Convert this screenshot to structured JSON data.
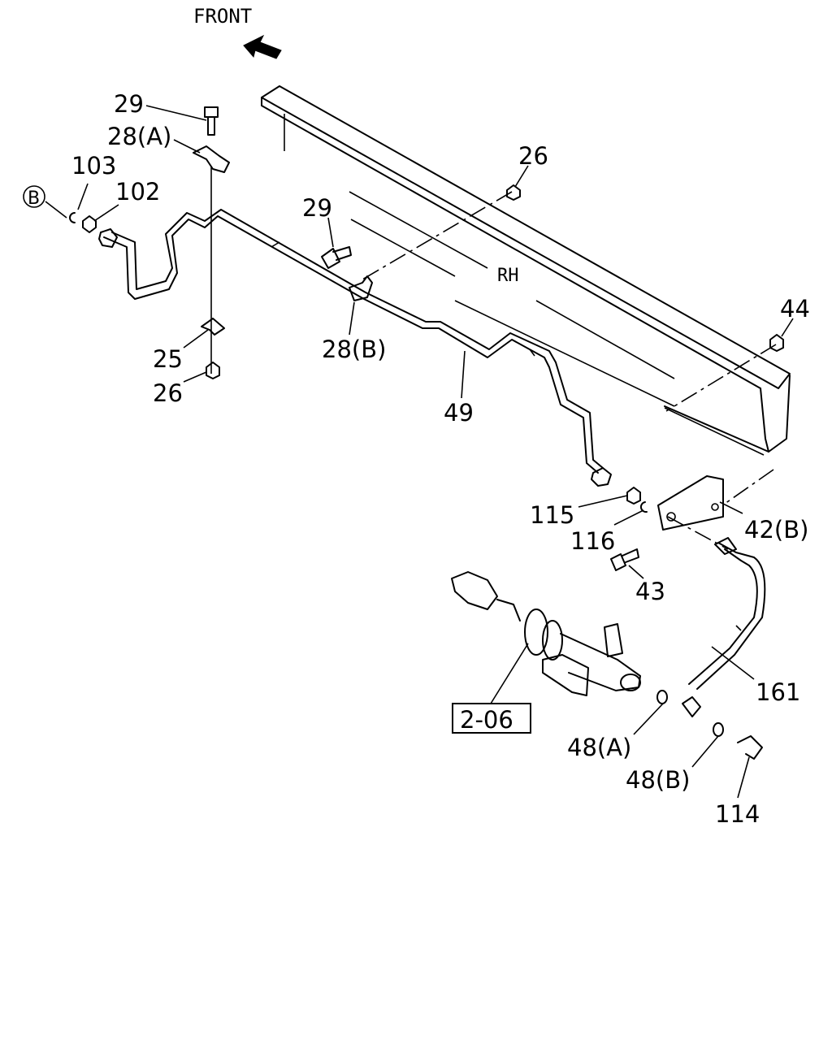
{
  "header": {
    "front_label": "FRONT"
  },
  "frame": {
    "side_label": "RH"
  },
  "callouts": {
    "p29_top": "29",
    "p28a": "28(A)",
    "p103": "103",
    "p102": "102",
    "ref_b": "B",
    "p25": "25",
    "p26_bottom": "26",
    "p29_mid": "29",
    "p28b": "28(B)",
    "p26_top": "26",
    "p49": "49",
    "p44": "44",
    "p115": "115",
    "p116": "116",
    "p42b": "42(B)",
    "p43": "43",
    "p161": "161",
    "p48a": "48(A)",
    "p48b": "48(B)",
    "p114": "114",
    "ref_section": "2-06"
  }
}
